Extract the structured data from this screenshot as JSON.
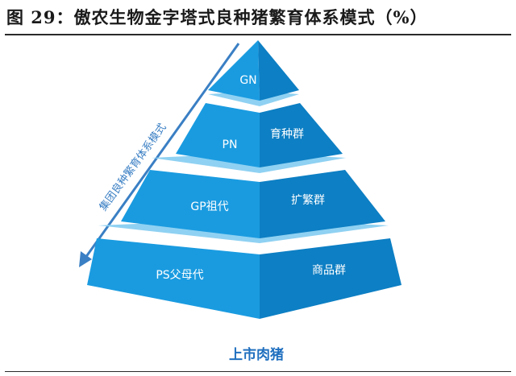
{
  "title": "图 29：傲农生物金字塔式良种猪繁育体系模式（%）",
  "side_arrow_label": "集团良种繁育体系模式",
  "tiers": [
    {
      "left": "GN",
      "right": ""
    },
    {
      "left": "PN",
      "right": "育种群"
    },
    {
      "left": "GP祖代",
      "right": "扩繁群"
    },
    {
      "left": "PS父母代",
      "right": "商品群"
    }
  ],
  "footer": "上市肉猪",
  "colors": {
    "front": "#1a9be0",
    "side": "#0d7fc4",
    "band": "#8fd1f2",
    "arrow": "#3a7fc4"
  }
}
